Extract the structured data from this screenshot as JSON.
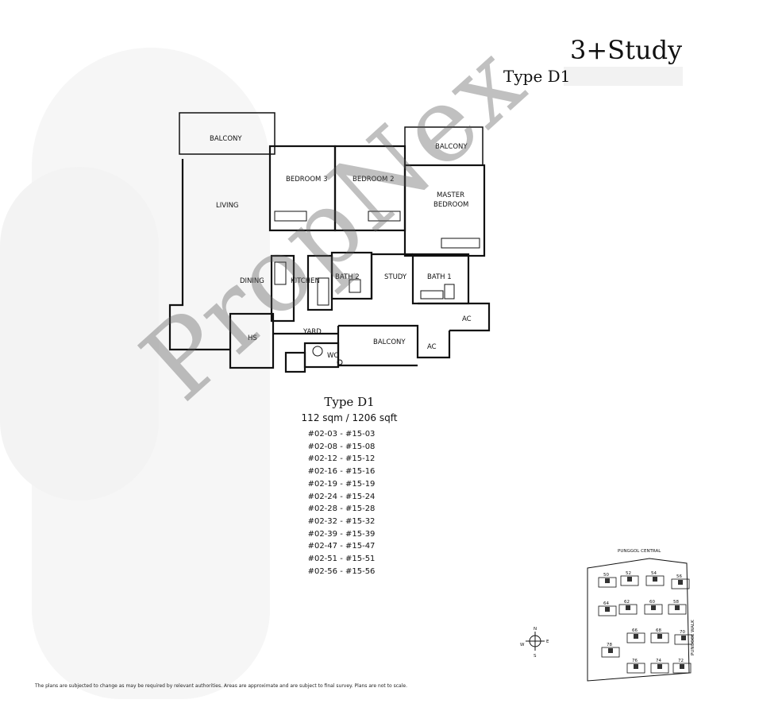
{
  "header": {
    "layout_name": "3+Study",
    "type_label": "Type D1"
  },
  "plan": {
    "rooms": {
      "balcony_left": "BALCONY",
      "bedroom3": "BEDROOM 3",
      "bedroom2": "BEDROOM 2",
      "balcony_right": "BALCONY",
      "master_1": "MASTER",
      "master_2": "BEDROOM",
      "living": "LIVING",
      "dining": "DINING",
      "kitchen": "KITCHEN",
      "bath2": "BATH 2",
      "study": "STUDY",
      "bath1": "BATH 1",
      "ac_upper": "AC",
      "hs": "HS",
      "yard": "YARD",
      "wc": "WC",
      "balcony_bottom": "BALCONY",
      "ac_lower": "AC"
    }
  },
  "info": {
    "type": "Type D1",
    "area": "112 sqm / 1206 sqft",
    "units": [
      "#02-03 - #15-03",
      "#02-08 - #15-08",
      "#02-12 - #15-12",
      "#02-16 - #15-16",
      "#02-19 - #15-19",
      "#02-24 - #15-24",
      "#02-28 - #15-28",
      "#02-32 - #15-32",
      "#02-39 - #15-39",
      "#02-47 - #15-47",
      "#02-51 - #15-51",
      "#02-56 - #15-56"
    ]
  },
  "watermark": "PropNex",
  "footer": "The plans are subjected to change as may be required by relevant authorities. Areas are approximate and are subject to final survey. Plans are not to scale.",
  "site_plan": {
    "road_top": "PUNGGOL CENTRAL",
    "road_right": "PUNGGOL WALK",
    "compass": {
      "n": "N",
      "e": "E",
      "s": "S",
      "w": "W"
    },
    "blocks": [
      "50",
      "52",
      "54",
      "56",
      "64",
      "62",
      "60",
      "58",
      "66",
      "68",
      "70",
      "78",
      "76",
      "74",
      "72"
    ]
  }
}
